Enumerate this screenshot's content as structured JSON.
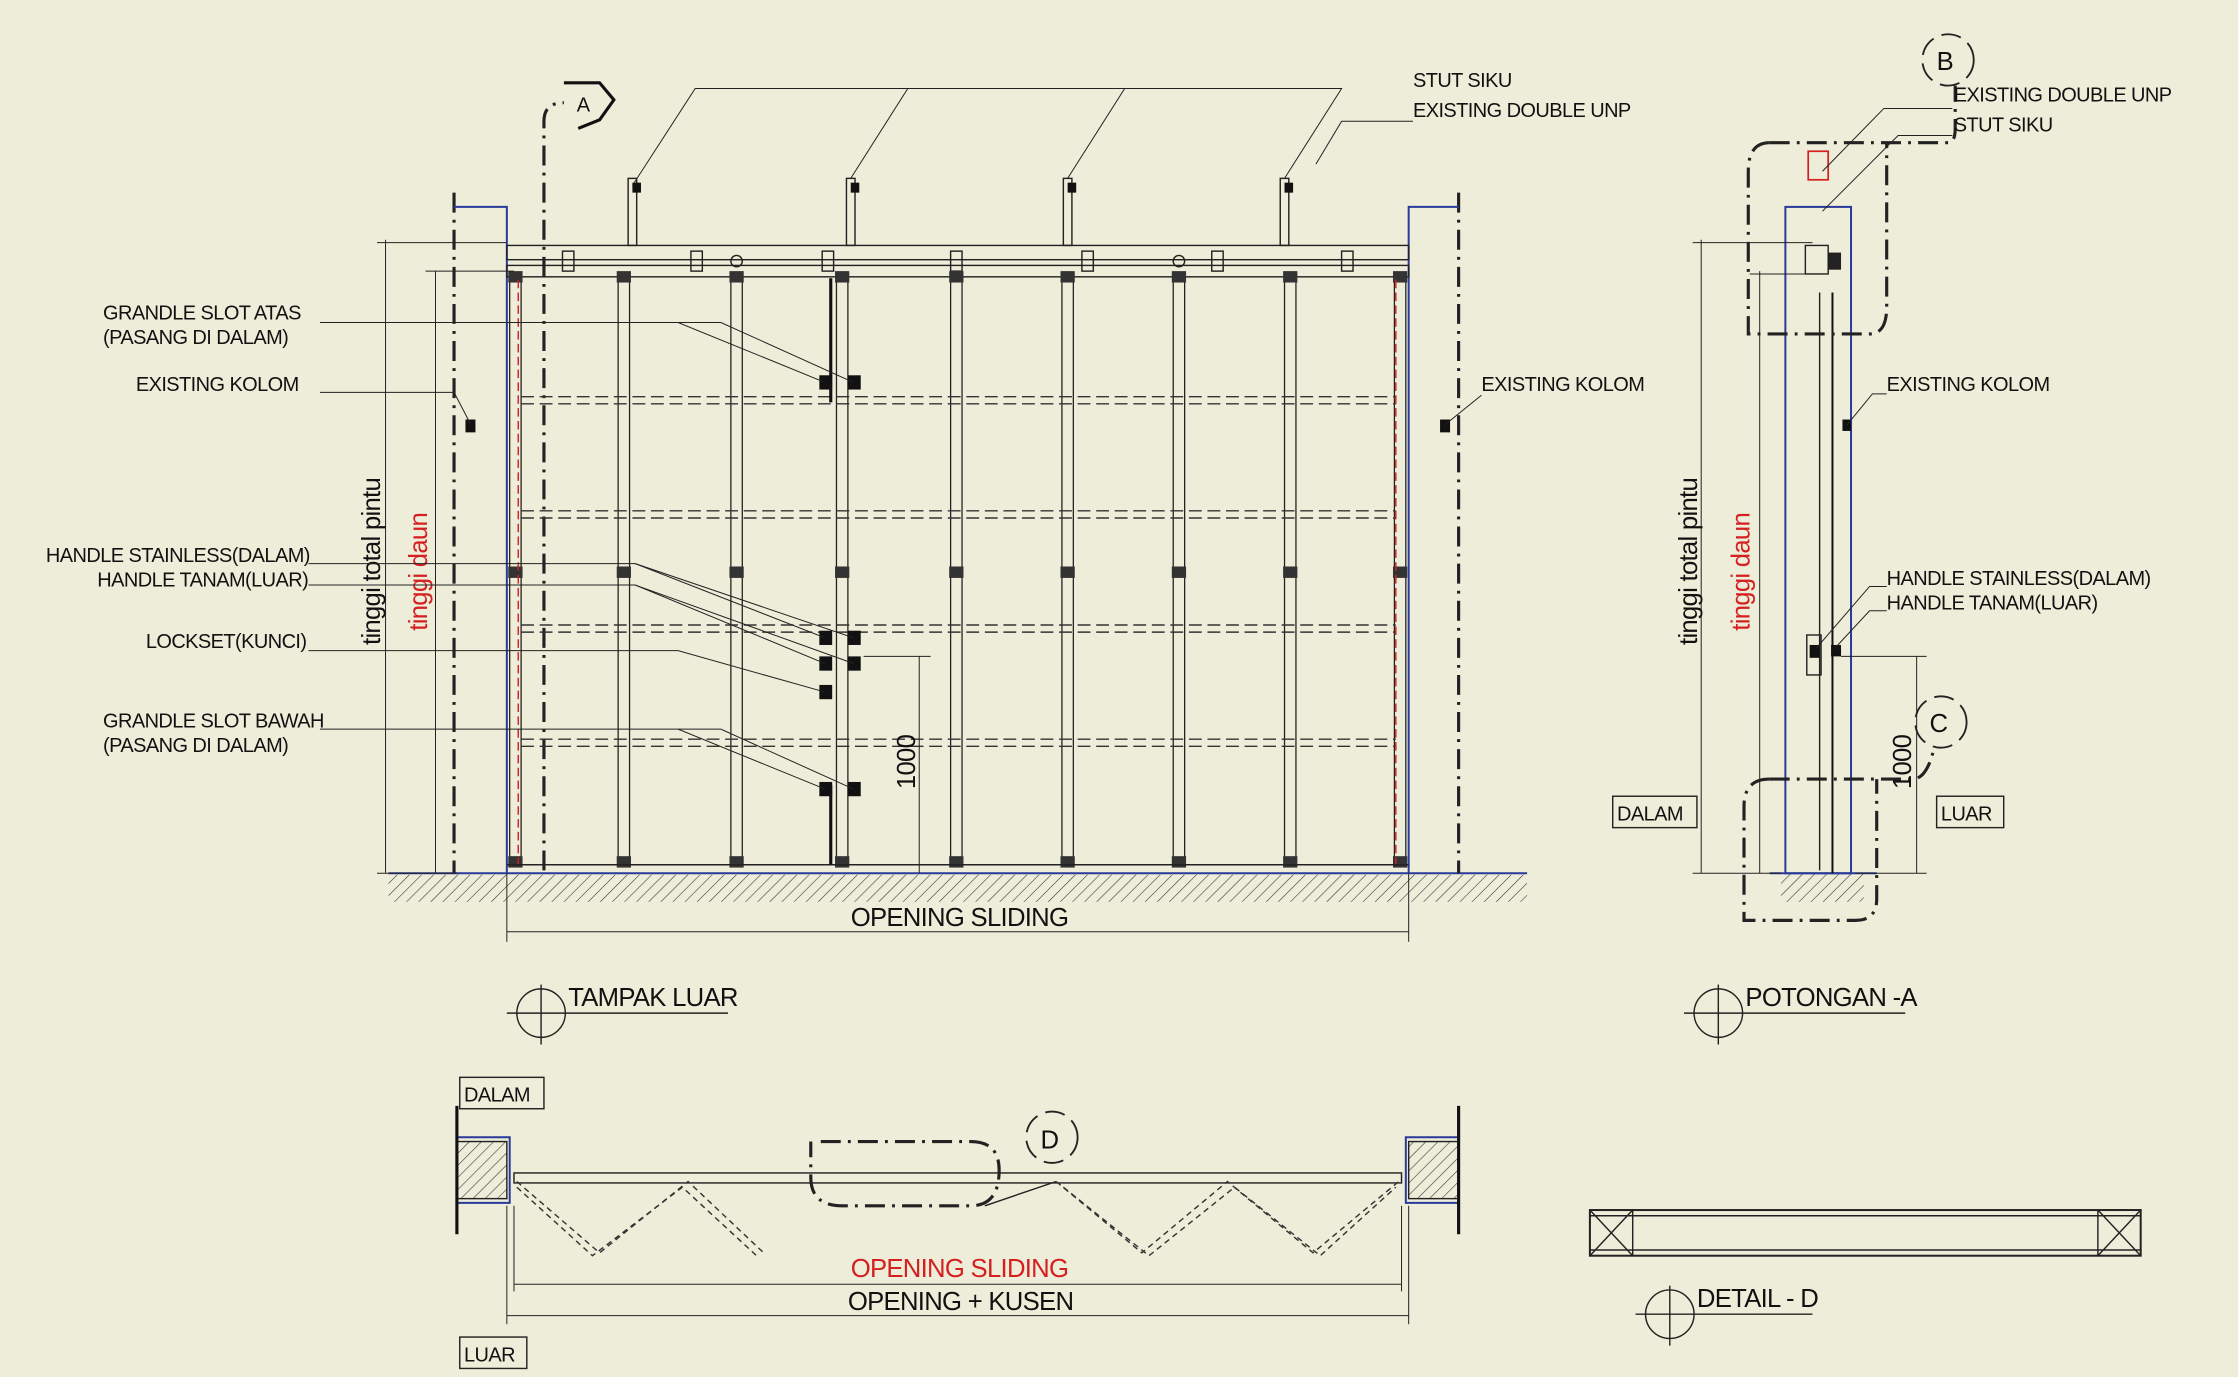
{
  "elevation": {
    "labels": {
      "stut_siku": "STUT SIKU",
      "existing_double_unp": "EXISTING DOUBLE UNP",
      "grandle_atas_1": "GRANDLE SLOT ATAS",
      "grandle_atas_2": "(PASANG DI DALAM)",
      "existing_kolom_left": "EXISTING KOLOM",
      "existing_kolom_right": "EXISTING KOLOM",
      "handle_stainless": "HANDLE STAINLESS(DALAM)",
      "handle_tanam": "HANDLE TANAM(LUAR)",
      "lockset": "LOCKSET(KUNCI)",
      "grandle_bawah_1": "GRANDLE SLOT BAWAH",
      "grandle_bawah_2": "(PASANG DI DALAM)",
      "tinggi_total": "tinggi total pintu",
      "tinggi_daun": "tinggi daun",
      "dim_1000": "1000",
      "opening_sliding": "OPENING SLIDING",
      "section_marker": "A"
    },
    "title": "TAMPAK LUAR"
  },
  "section": {
    "labels": {
      "marker_b": "B",
      "marker_c": "C",
      "existing_double_unp": "EXISTING DOUBLE UNP",
      "stut_siku": "STUT SIKU",
      "existing_kolom": "EXISTING KOLOM",
      "handle_stainless": "HANDLE STAINLESS(DALAM)",
      "handle_tanam": "HANDLE TANAM(LUAR)",
      "tinggi_total": "tinggi total pintu",
      "tinggi_daun": "tinggi daun",
      "dim_1000": "1000",
      "dalam": "DALAM",
      "luar": "LUAR"
    },
    "title": "POTONGAN -A"
  },
  "plan": {
    "labels": {
      "dalam": "DALAM",
      "luar": "LUAR",
      "marker_d": "D",
      "opening_sliding": "OPENING SLIDING",
      "opening_kusen": "OPENING + KUSEN"
    }
  },
  "detail": {
    "title": "DETAIL - D"
  }
}
